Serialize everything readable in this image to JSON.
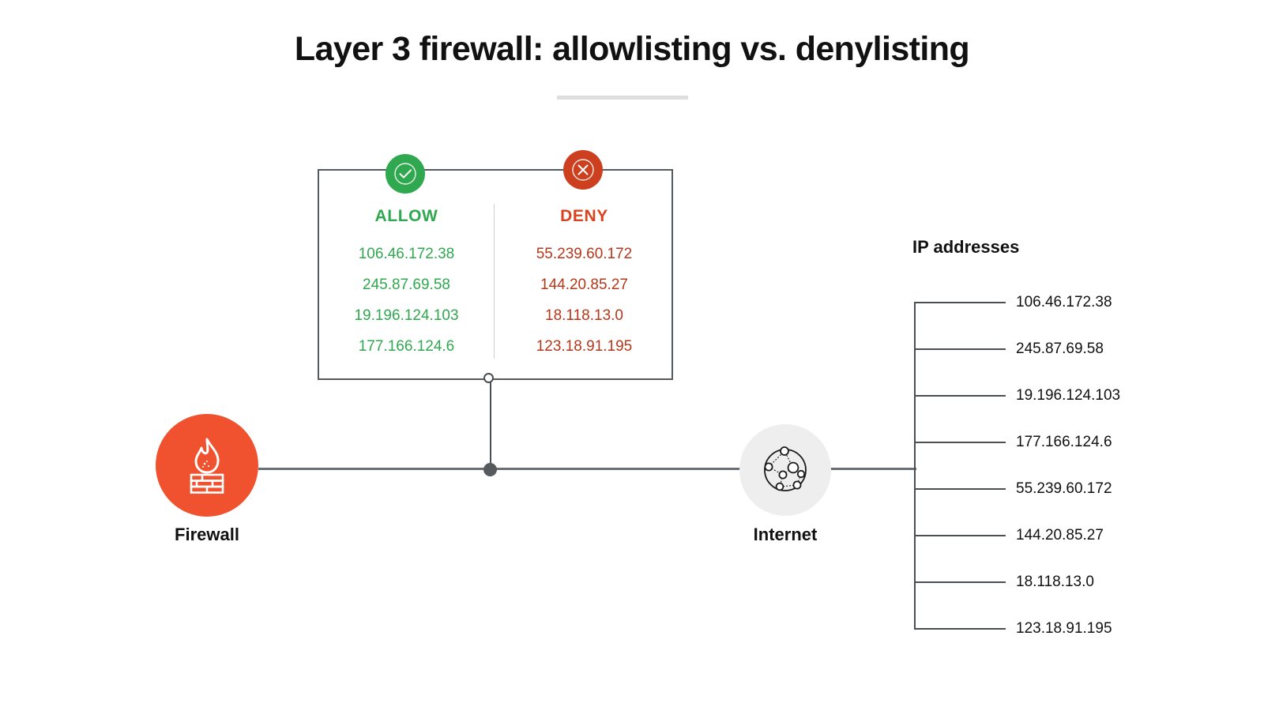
{
  "header": {
    "title": "Layer 3 firewall: allowlisting vs. denylisting"
  },
  "rules_panel": {
    "allow": {
      "heading": "ALLOW",
      "badge_icon": "check-circle-icon",
      "badge_color": "#2fa84f",
      "text_color": "#2fa84f",
      "ips": [
        "106.46.172.38",
        "245.87.69.58",
        "19.196.124.103",
        "177.166.124.6"
      ]
    },
    "deny": {
      "heading": "DENY",
      "badge_icon": "x-circle-icon",
      "badge_color": "#cc4020",
      "text_color": "#b5371a",
      "ips": [
        "55.239.60.172",
        "144.20.85.27",
        "18.118.13.0",
        "123.18.91.195"
      ]
    }
  },
  "nodes": {
    "firewall": {
      "label": "Firewall",
      "icon": "firewall-flame-brick-icon",
      "color": "#f0522f"
    },
    "internet": {
      "label": "Internet",
      "icon": "internet-network-globe-icon",
      "color": "#eeeeee"
    }
  },
  "ip_list": {
    "title": "IP addresses",
    "items": [
      "106.46.172.38",
      "245.87.69.58",
      "19.196.124.103",
      "177.166.124.6",
      "55.239.60.172",
      "144.20.85.27",
      "18.118.13.0",
      "123.18.91.195"
    ]
  }
}
